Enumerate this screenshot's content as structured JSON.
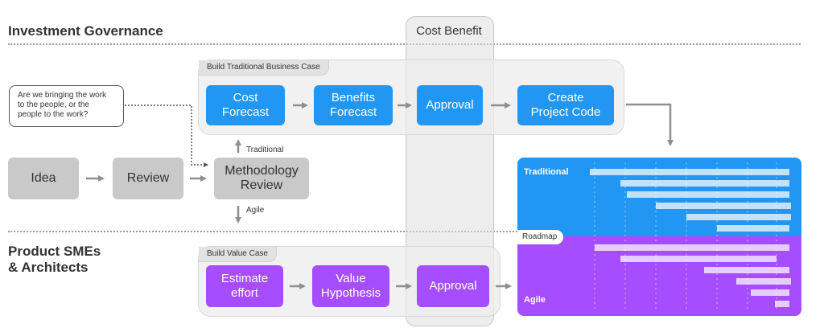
{
  "sections": {
    "investment_governance": "Investment Governance",
    "product_smes_line1": "Product SMEs",
    "product_smes_line2": "& Architects"
  },
  "cost_benefit": {
    "label": "Cost Benefit"
  },
  "note": {
    "text": "Are we bringing the work to the people, or the people to the work?"
  },
  "traditional_group": {
    "tab": "Build Traditional Business Case",
    "steps": [
      {
        "line1": "Cost",
        "line2": "Forecast"
      },
      {
        "line1": "Benefits",
        "line2": "Forecast"
      },
      {
        "line1": "Approval",
        "line2": ""
      },
      {
        "line1": "Create",
        "line2": "Project Code"
      }
    ]
  },
  "value_group": {
    "tab": "Build Value Case",
    "steps": [
      {
        "line1": "Estimate",
        "line2": "effort"
      },
      {
        "line1": "Value",
        "line2": "Hypothesis"
      },
      {
        "line1": "Approval",
        "line2": ""
      }
    ]
  },
  "flow": {
    "idea": "Idea",
    "review": "Review",
    "methodology_line1": "Methodology",
    "methodology_line2": "Review",
    "traditional_label": "Traditional",
    "agile_label": "Agile"
  },
  "roadmap": {
    "label": "Roadmap",
    "traditional_label": "Traditional",
    "agile_label": "Agile",
    "colors": {
      "traditional": "#2196f3",
      "agile": "#a64dff"
    }
  }
}
